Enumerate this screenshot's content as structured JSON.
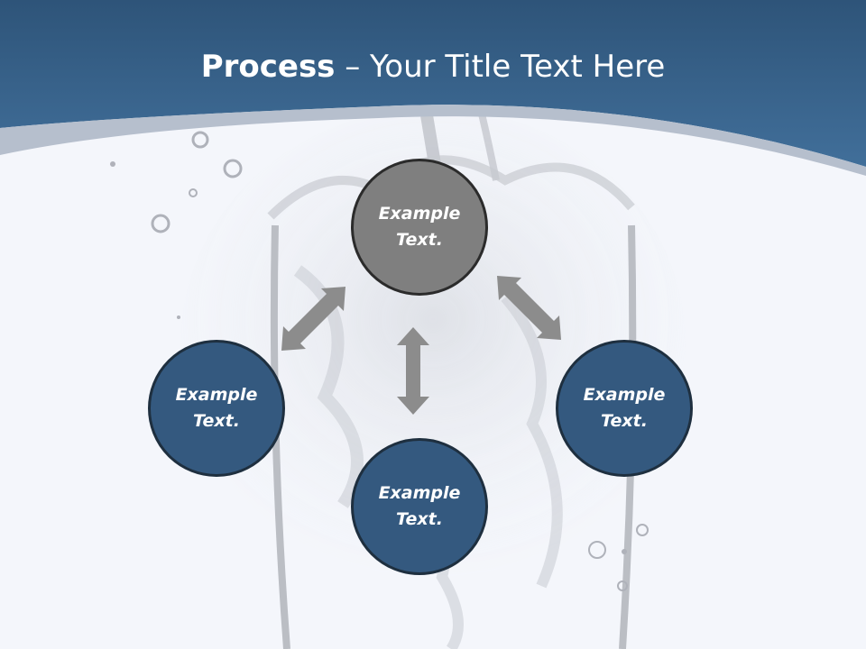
{
  "slide": {
    "title_bold": "Process",
    "title_rest": " – Your Title Text Here"
  },
  "nodes": {
    "top": "Example Text.",
    "left": "Example Text.",
    "bottom": "Example Text.",
    "right": "Example Text."
  },
  "colors": {
    "header_blue": "#3b6791",
    "node_blue": "#34597f",
    "node_gray": "#7f7f7f",
    "arrow_gray": "#8c8c8c"
  }
}
